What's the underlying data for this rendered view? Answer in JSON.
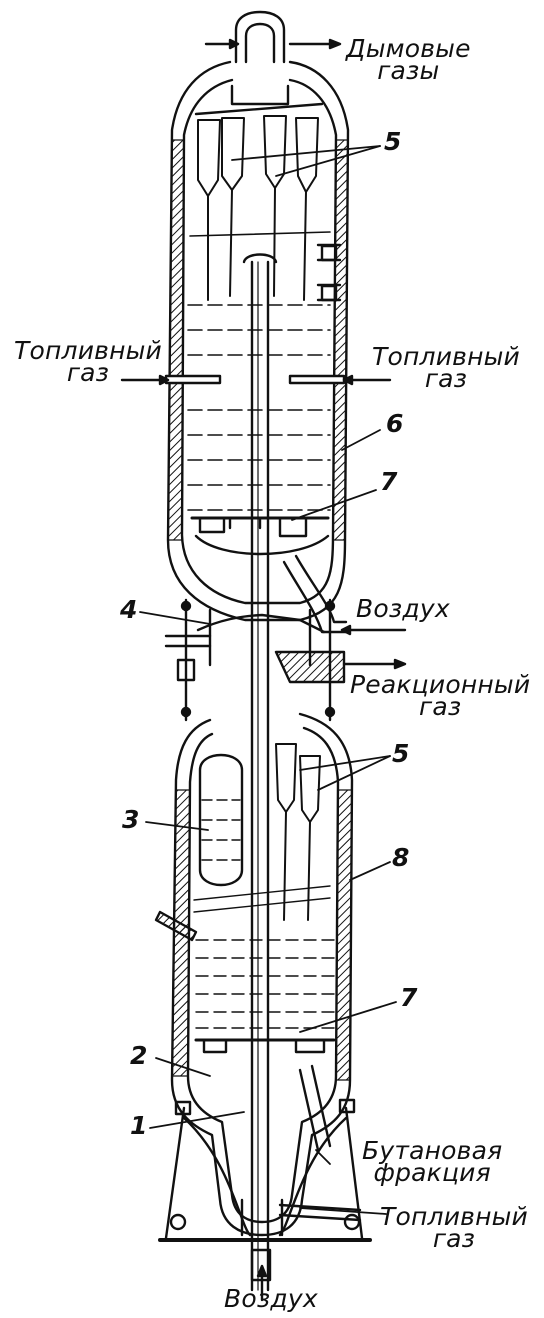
{
  "labels": {
    "flue_gases": "Дымовые\nгазы",
    "fuel_gas_left": "Топливный\nгаз",
    "fuel_gas_right": "Топливный\nгаз",
    "air_middle": "Воздух",
    "reaction_gas": "Реакционный\nгаз",
    "butane_fraction": "Бутановая\nфракция",
    "fuel_gas_bottom": "Топливный\nгаз",
    "air_bottom": "Воздух"
  },
  "numbers": {
    "n5_top": "5",
    "n6": "6",
    "n7_top": "7",
    "n4": "4",
    "n5_mid": "5",
    "n3": "3",
    "n8": "8",
    "n7_bottom": "7",
    "n2": "2",
    "n1": "1"
  }
}
